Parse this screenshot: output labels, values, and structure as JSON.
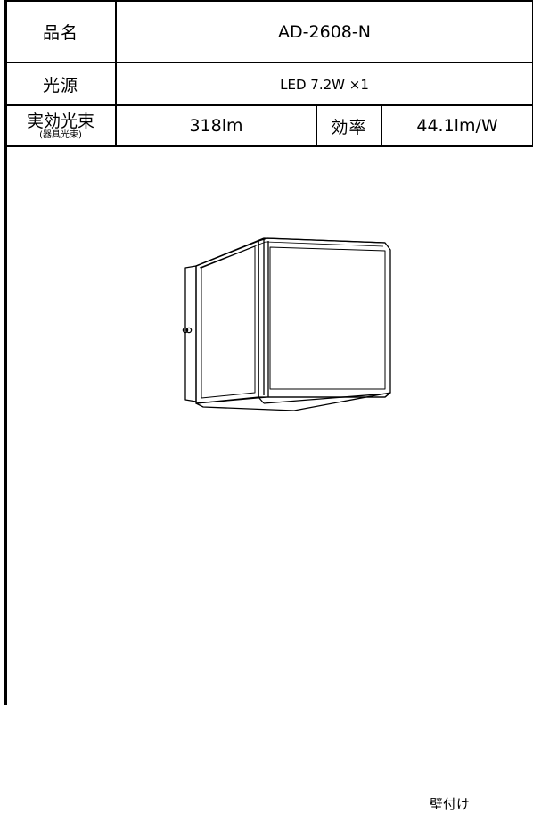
{
  "spec": {
    "name_label": "品名",
    "name_value": "AD-2608-N",
    "source_label": "光源",
    "source_value": "LED 7.2W ×1",
    "flux_label": "実効光束",
    "flux_sublabel": "(器具光束)",
    "flux_value": "318lm",
    "efficiency_label": "効率",
    "efficiency_value": "44.1lm/W"
  },
  "drawing": {
    "mounting_label": "壁付け"
  }
}
